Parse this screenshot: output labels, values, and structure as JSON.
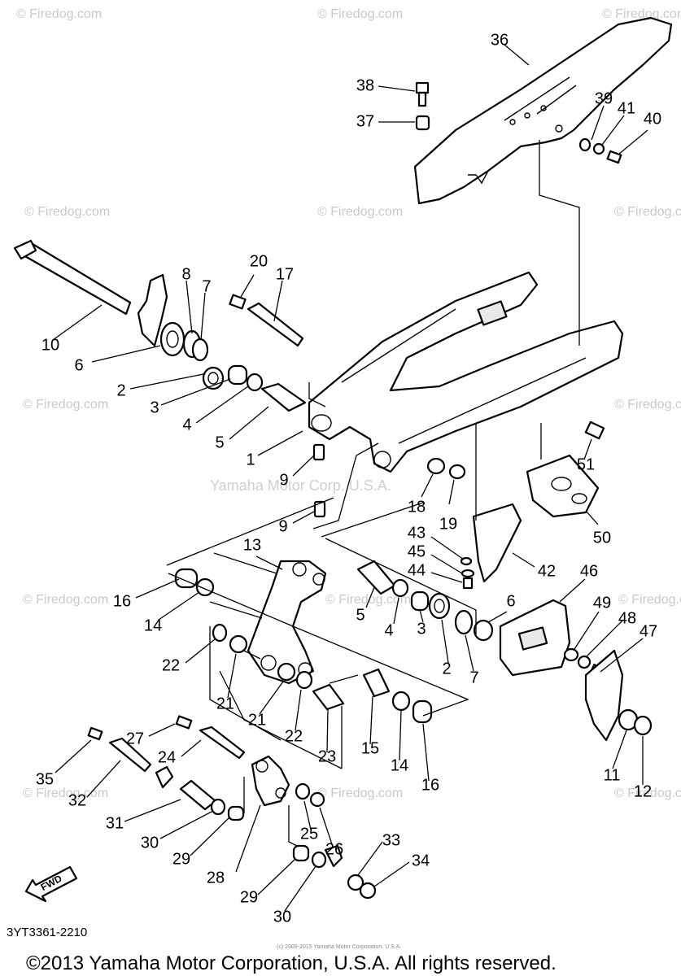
{
  "diagram": {
    "code": "3YT3361-2210",
    "fwd_label": "FWD",
    "copyright": "©2013 Yamaha Motor Corporation, U.S.A. All rights reserved.",
    "tiny_notice": "(c) 2009-2015 Yamaha Motor Corporation, U.S.A.",
    "watermarks": {
      "firedog": "© Firedog.com",
      "yamaha": "Yamaha Motor Corp. U.S.A."
    },
    "callouts": [
      {
        "id": "36",
        "text": "36"
      },
      {
        "id": "38",
        "text": "38"
      },
      {
        "id": "37",
        "text": "37"
      },
      {
        "id": "39",
        "text": "39"
      },
      {
        "id": "41",
        "text": "41"
      },
      {
        "id": "40",
        "text": "40"
      },
      {
        "id": "20",
        "text": "20"
      },
      {
        "id": "17",
        "text": "17"
      },
      {
        "id": "8",
        "text": "8"
      },
      {
        "id": "7a",
        "text": "7"
      },
      {
        "id": "10",
        "text": "10"
      },
      {
        "id": "6a",
        "text": "6"
      },
      {
        "id": "2a",
        "text": "2"
      },
      {
        "id": "3a",
        "text": "3"
      },
      {
        "id": "4a",
        "text": "4"
      },
      {
        "id": "5a",
        "text": "5"
      },
      {
        "id": "1",
        "text": "1"
      },
      {
        "id": "9a",
        "text": "9"
      },
      {
        "id": "9b",
        "text": "9"
      },
      {
        "id": "51",
        "text": "51"
      },
      {
        "id": "18",
        "text": "18"
      },
      {
        "id": "19",
        "text": "19"
      },
      {
        "id": "50",
        "text": "50"
      },
      {
        "id": "43",
        "text": "43"
      },
      {
        "id": "45",
        "text": "45"
      },
      {
        "id": "44",
        "text": "44"
      },
      {
        "id": "42",
        "text": "42"
      },
      {
        "id": "13",
        "text": "13"
      },
      {
        "id": "16a",
        "text": "16"
      },
      {
        "id": "14a",
        "text": "14"
      },
      {
        "id": "5b",
        "text": "5"
      },
      {
        "id": "4b",
        "text": "4"
      },
      {
        "id": "3b",
        "text": "3"
      },
      {
        "id": "2b",
        "text": "2"
      },
      {
        "id": "7b",
        "text": "7"
      },
      {
        "id": "6b",
        "text": "6"
      },
      {
        "id": "46",
        "text": "46"
      },
      {
        "id": "49",
        "text": "49"
      },
      {
        "id": "48",
        "text": "48"
      },
      {
        "id": "47",
        "text": "47"
      },
      {
        "id": "22a",
        "text": "22"
      },
      {
        "id": "21a",
        "text": "21"
      },
      {
        "id": "21b",
        "text": "21"
      },
      {
        "id": "22b",
        "text": "22"
      },
      {
        "id": "23",
        "text": "23"
      },
      {
        "id": "15",
        "text": "15"
      },
      {
        "id": "14b",
        "text": "14"
      },
      {
        "id": "16b",
        "text": "16"
      },
      {
        "id": "11",
        "text": "11"
      },
      {
        "id": "12",
        "text": "12"
      },
      {
        "id": "27",
        "text": "27"
      },
      {
        "id": "24",
        "text": "24"
      },
      {
        "id": "35",
        "text": "35"
      },
      {
        "id": "32",
        "text": "32"
      },
      {
        "id": "31",
        "text": "31"
      },
      {
        "id": "30a",
        "text": "30"
      },
      {
        "id": "29a",
        "text": "29"
      },
      {
        "id": "25",
        "text": "25"
      },
      {
        "id": "26",
        "text": "26"
      },
      {
        "id": "28",
        "text": "28"
      },
      {
        "id": "33",
        "text": "33"
      },
      {
        "id": "34",
        "text": "34"
      },
      {
        "id": "29b",
        "text": "29"
      },
      {
        "id": "30b",
        "text": "30"
      }
    ]
  }
}
